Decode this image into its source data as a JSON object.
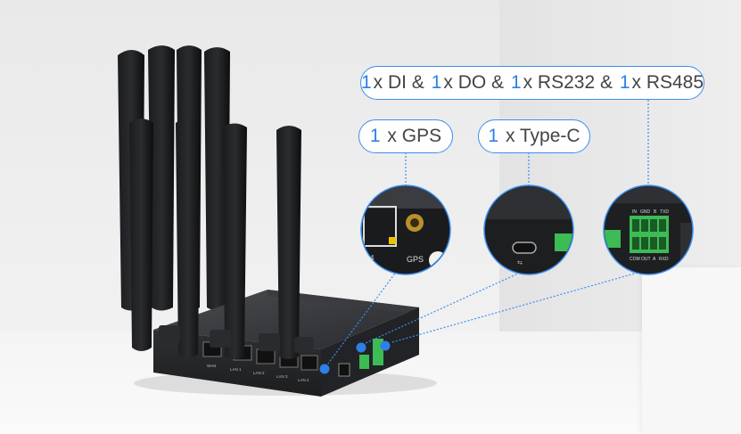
{
  "labels": {
    "main": {
      "parts": [
        {
          "n": "1",
          "t": "x DI &"
        },
        {
          "n": "1",
          "t": "x DO &"
        },
        {
          "n": "1",
          "t": "x RS232 &"
        },
        {
          "n": "1",
          "t": "x RS485"
        }
      ]
    },
    "gps": {
      "n": "1",
      "t": "x GPS"
    },
    "typec": {
      "n": "1",
      "t": "x Type-C"
    }
  },
  "zoom": {
    "gps": {
      "text": "GPS",
      "side": "4"
    },
    "terminal": {
      "top": [
        "IN",
        "GND",
        "B",
        "TXD"
      ],
      "bottom": [
        "COM",
        "OUT",
        "A",
        "RXD"
      ]
    }
  },
  "device": {
    "ports": [
      "WAN",
      "LAN 1",
      "LAN 2",
      "LAN 3",
      "LAN 4"
    ]
  },
  "colors": {
    "accent": "#2f7fe6",
    "device": "#2a2c2f",
    "antenna": "#111214",
    "terminal": "#3dbb55"
  }
}
